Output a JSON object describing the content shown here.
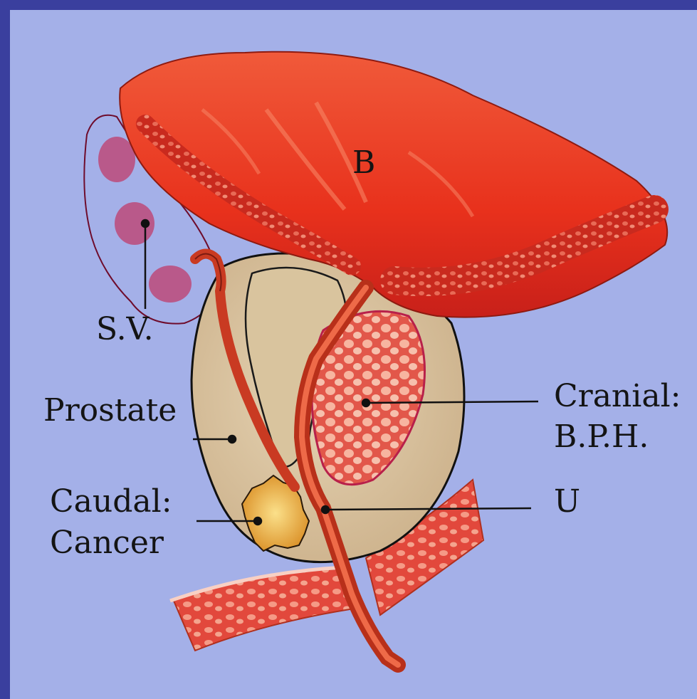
{
  "colors": {
    "frame": "#3a3f9e",
    "background": "#a4b0e8",
    "bladder": "#e8311c",
    "bladder_wall": "#c8201a",
    "seminal_vesicle": "#b41a4a",
    "prostate": "#d8c4a0",
    "bph": "#f07060",
    "cancer": "#e8a830",
    "urethra": "#d8401e",
    "rectum": "#e85040",
    "label_text": "#141414"
  },
  "labels": {
    "bladder": "B",
    "seminal_vesicle": "S.V.",
    "prostate": "Prostate",
    "cranial_title": "Cranial:",
    "cranial_value": "B.P.H.",
    "caudal_title": "Caudal:",
    "caudal_value": "Cancer",
    "urethra": "U"
  }
}
